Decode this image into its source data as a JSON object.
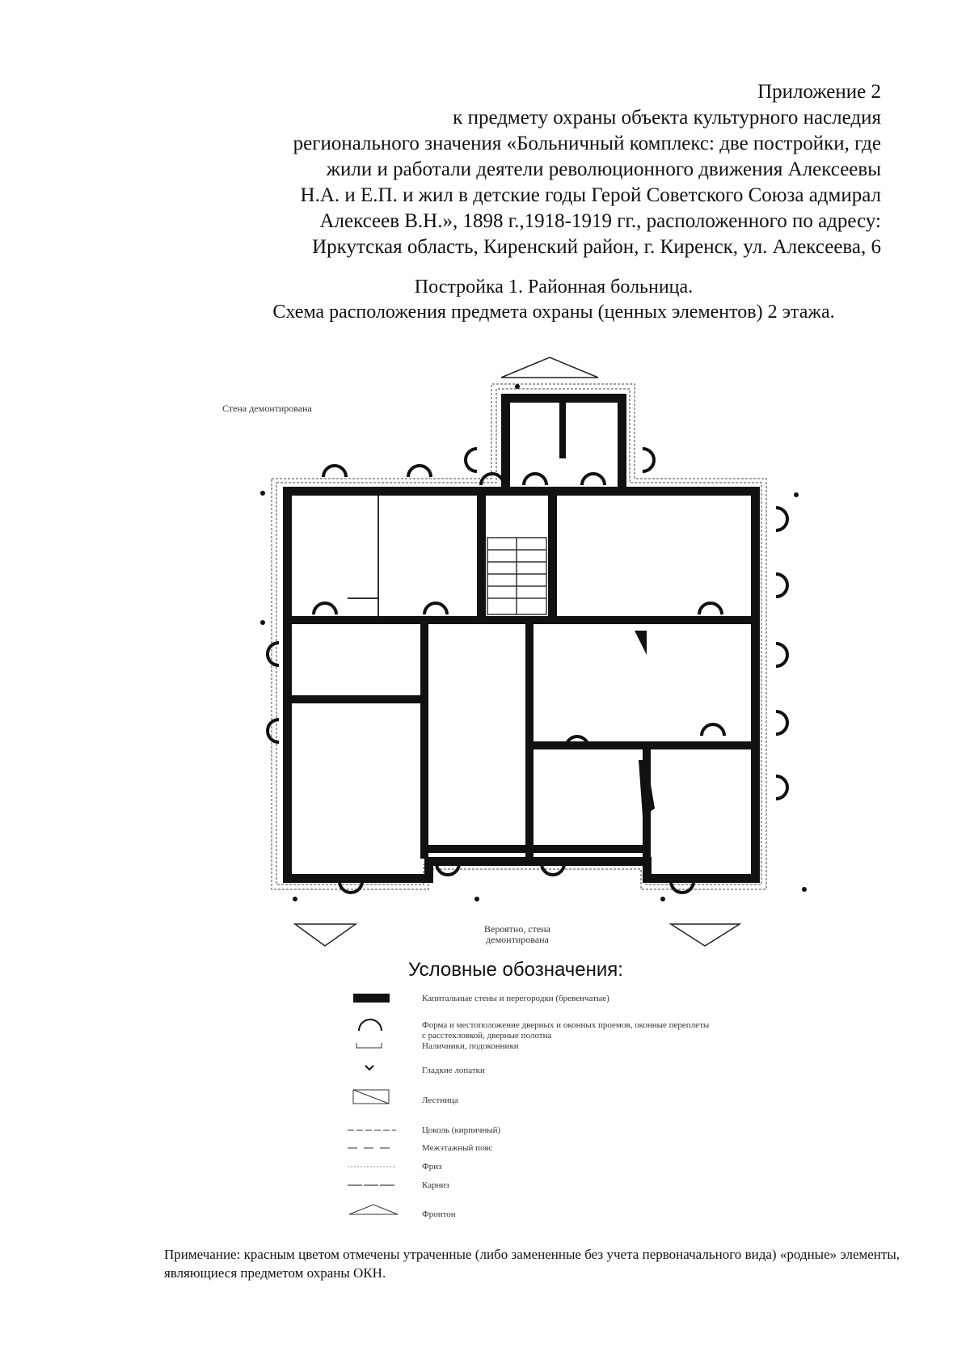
{
  "header": {
    "lines": [
      "Приложение 2",
      "к предмету охраны объекта культурного наследия",
      "регионального значения «Больничный комплекс: две постройки, где",
      "жили и работали деятели революционного движения Алексеевы",
      "Н.А. и Е.П. и жил в детские годы Герой Советского Союза адмирал",
      "Алексеев В.Н.», 1898 г.,1918-1919 гг., расположенного по адресу:",
      "Иркутская область, Киренский район, г. Киренск, ул. Алексеева, 6"
    ]
  },
  "title": {
    "line1": "Постройка 1. Районная больница.",
    "line2": "Схема расположения предмета охраны (ценных элементов) 2 этажа."
  },
  "plan": {
    "annotation_top": "Стена демонтирована",
    "annotation_bottom_1": "Вероятно, стена",
    "annotation_bottom_2": "демонтирована"
  },
  "legend": {
    "title": "Условные обозначения:",
    "items": [
      {
        "icon": "wall-fill-icon",
        "text": "Капитальные стены и перегородки (бревенчатые)"
      },
      {
        "icon": "arch-icon",
        "text": "Форма и местоположение дверных и оконных проемов, оконные переплеты с расстекловкой, дверные полотна"
      },
      {
        "icon": "bracket-icon",
        "text": "Наличники, подоконники"
      },
      {
        "icon": "chevron-down-icon",
        "text": "Гладкие лопатки"
      },
      {
        "icon": "stair-icon",
        "text": "Лестница"
      },
      {
        "icon": "dash-line-icon",
        "text": "Цоколь (кирпичный)"
      },
      {
        "icon": "long-dash-icon",
        "text": "Межэтажный пояс"
      },
      {
        "icon": "dotted-line-icon",
        "text": "Фриз"
      },
      {
        "icon": "solid-dash-icon",
        "text": "Карниз"
      },
      {
        "icon": "pediment-icon",
        "text": "Фронтон"
      }
    ]
  },
  "note": "Примечание: красным цветом отмечены утраченные (либо замененные без учета первоначального вида) «родные» элементы, являющиеся предметом охраны ОКН."
}
